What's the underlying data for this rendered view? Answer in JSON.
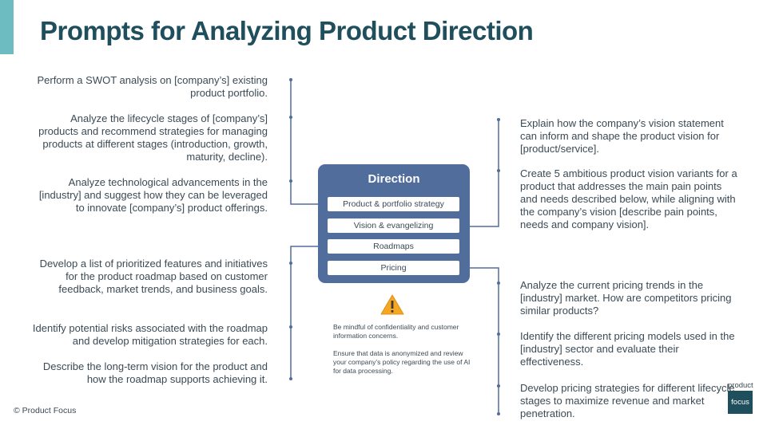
{
  "title": "Prompts for Analyzing Product Direction",
  "left_prompts": [
    "Perform a SWOT analysis on [company’s] existing product portfolio.",
    "Analyze the lifecycle stages of [company’s] products and recommend strategies for managing products at different stages (introduction, growth, maturity, decline).",
    "Analyze technological advancements in the [industry] and suggest how they can be leveraged to innovate [company’s] product offerings.",
    "Develop a list of prioritized features and initiatives for the product roadmap based on customer feedback, market trends, and business goals.",
    "Identify potential risks associated with the roadmap and develop mitigation strategies for each.",
    "Describe the long-term vision for the product and how the roadmap supports achieving it."
  ],
  "right_prompts": [
    "Explain how the company’s vision statement can inform and shape the product vision for [product/service].",
    "Create 5 ambitious product vision variants for a product that addresses the main pain points and needs described below, while aligning with the company’s vision [describe pain points, needs and company vision].",
    "Analyze the current pricing trends in the [industry] market. How are competitors pricing similar products?",
    "Identify the different pricing models used in the [industry] sector and evaluate their effectiveness.",
    "Develop pricing strategies for different lifecycle stages to maximize revenue and market penetration."
  ],
  "direction": {
    "title": "Direction",
    "items": [
      "Product & portfolio strategy",
      "Vision & evangelizing",
      "Roadmaps",
      "Pricing"
    ]
  },
  "notes": [
    "Be mindful of confidentiality and customer information concerns.",
    "Ensure that data is anonymized and review your company’s policy regarding the use of AI for data processing."
  ],
  "footer": {
    "copyright": "© Product Focus",
    "logo_top": "product",
    "logo_box": "focus"
  },
  "colors": {
    "title": "#1f4e5c",
    "accent": "#6cbcc1",
    "direction_box": "#506d9b",
    "warning": "#f5a623"
  }
}
